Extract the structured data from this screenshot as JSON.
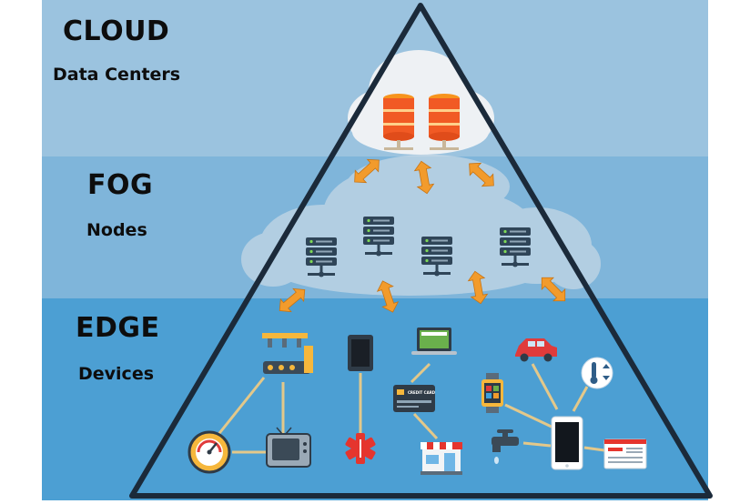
{
  "layers": {
    "cloud": {
      "title": "CLOUD",
      "subtitle": "Data Centers"
    },
    "fog": {
      "title": "FOG",
      "subtitle": "Nodes"
    },
    "edge": {
      "title": "EDGE",
      "subtitle": "Devices"
    }
  },
  "device_labels": {
    "credit_card": "CREDIT CARD"
  },
  "colors": {
    "cloud_band": "#9bc3df",
    "fog_band": "#7fb5da",
    "edge_band": "#4c9fd3",
    "triangle_outline": "#1b2a3a",
    "arrow": "#f29b2c",
    "server_orange": "#f15a24",
    "fog_server": "#2f4558",
    "link_line": "#e3c88a"
  },
  "icons": {
    "cloud": [
      "database-server-icon",
      "database-server-icon"
    ],
    "fog": [
      "server-rack-icon",
      "server-rack-icon",
      "server-rack-icon",
      "server-rack-icon"
    ],
    "edge": [
      "factory-robot-arm-icon",
      "tablet-icon",
      "laptop-icon",
      "car-icon",
      "thermometer-icon",
      "credit-card-icon",
      "smartwatch-icon",
      "speedometer-icon",
      "monitor-icon",
      "medical-star-icon",
      "shop-icon",
      "water-tap-icon",
      "smartphone-icon",
      "web-page-icon"
    ]
  }
}
